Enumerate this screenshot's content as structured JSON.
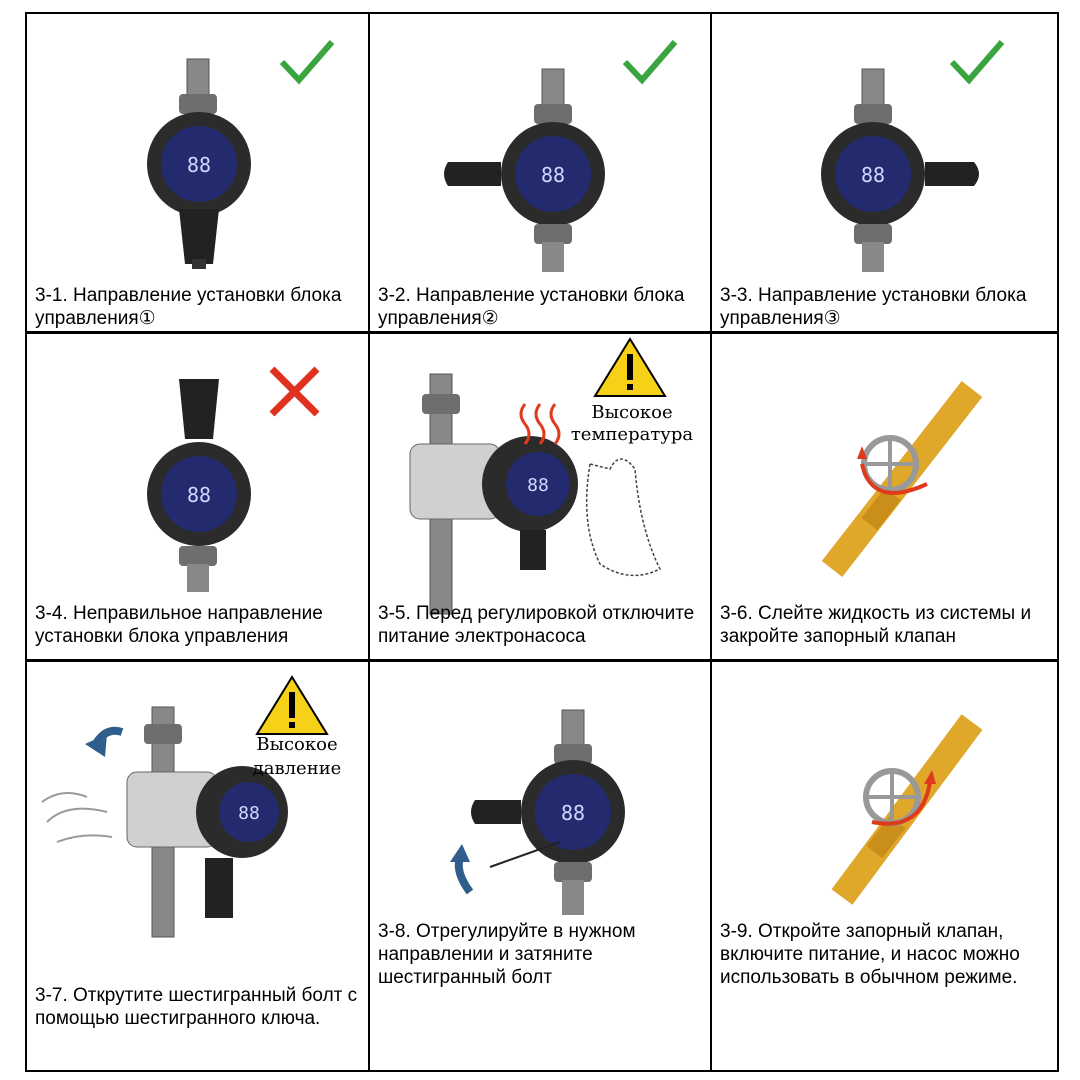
{
  "panels": [
    {
      "caption": "3-1. Направление установки блока управления①",
      "mark": "check-icon"
    },
    {
      "caption": "3-2. Направление установки блока управления②",
      "mark": "check-icon"
    },
    {
      "caption": "3-3. Направление установки блока управления③",
      "mark": "check-icon"
    },
    {
      "caption": "3-4. Неправильное направление установки блока управления",
      "mark": "cross-icon"
    },
    {
      "caption": "3-5. Перед регулировкой отключите питание электронасоса",
      "warning": [
        "Высокое",
        "температура"
      ]
    },
    {
      "caption": "3-6. Слейте жидкость из системы и закройте запорный клапан"
    },
    {
      "caption": "3-7. Открутите шестигранный болт с помощью шестигранного ключа.",
      "warning": [
        "Высокое",
        "давление"
      ]
    },
    {
      "caption": "3-8. Отрегулируйте в нужном направлении и затяните шестигранный болт"
    },
    {
      "caption": "3-9. Откройте запорный клапан, включите питание, и насос можно использовать в обычном режиме."
    }
  ],
  "colors": {
    "check": "#3aa53f",
    "cross": "#e0301e",
    "pump_body": "#2b2b2b",
    "display": "#232a6e",
    "pipe": "#7b7b7b",
    "gas_pipe": "#e0a82a",
    "warning_yellow": "#f7d117",
    "arrow_red": "#e03a1c",
    "arrow_blue": "#2f5d8c"
  }
}
